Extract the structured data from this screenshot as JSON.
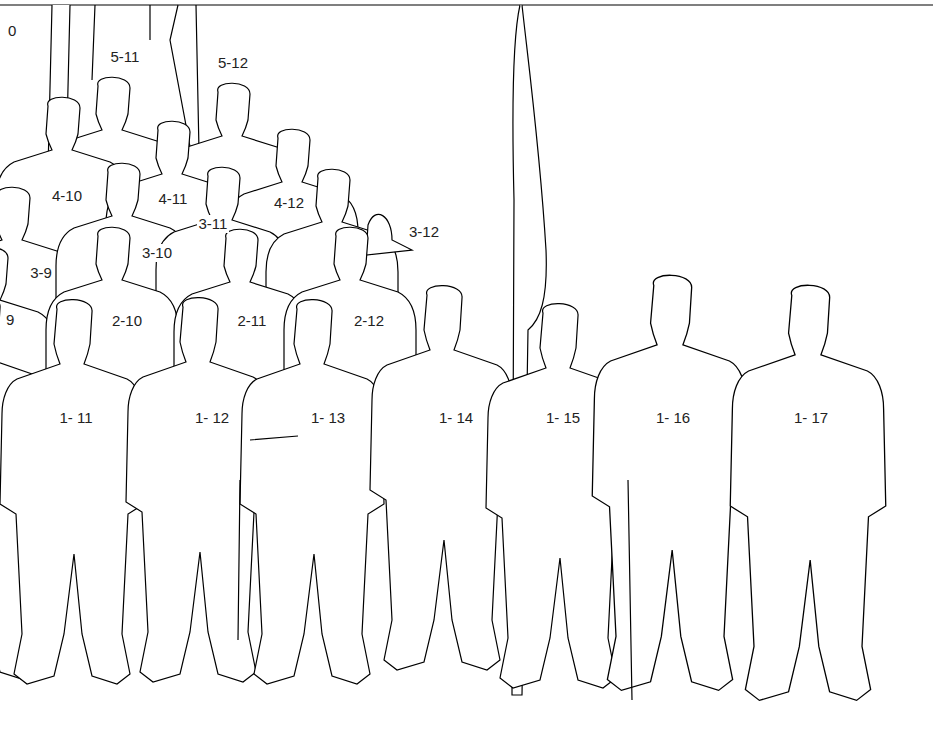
{
  "diagram": {
    "labels": [
      "0",
      "5-11",
      "5-12",
      "4-10",
      "4-11",
      "3-11",
      "4-12",
      "3-12",
      "3-10",
      "3-9",
      "9",
      "2-10",
      "2-11",
      "2-12",
      "1- 11",
      "1- 12",
      "1- 13",
      "1- 14",
      "1- 15",
      "1- 16",
      "1- 17"
    ]
  }
}
